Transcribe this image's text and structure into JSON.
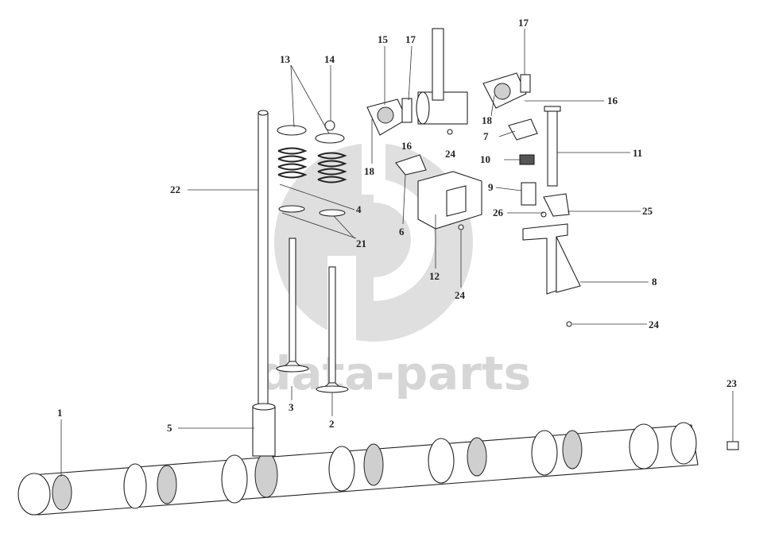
{
  "watermark": {
    "text": "data-parts"
  },
  "labels": {
    "p1": "1",
    "p2": "2",
    "p3": "3",
    "p4": "4",
    "p5": "5",
    "p6": "6",
    "p7": "7",
    "p8": "8",
    "p9": "9",
    "p10": "10",
    "p11": "11",
    "p12": "12",
    "p13": "13",
    "p14": "14",
    "p15": "15",
    "p16a": "16",
    "p16b": "16",
    "p17a": "17",
    "p17b": "17",
    "p18a": "18",
    "p18b": "18",
    "p21": "21",
    "p22": "22",
    "p23": "23",
    "p24a": "24",
    "p24b": "24",
    "p24c": "24",
    "p25": "25",
    "p26": "26"
  }
}
